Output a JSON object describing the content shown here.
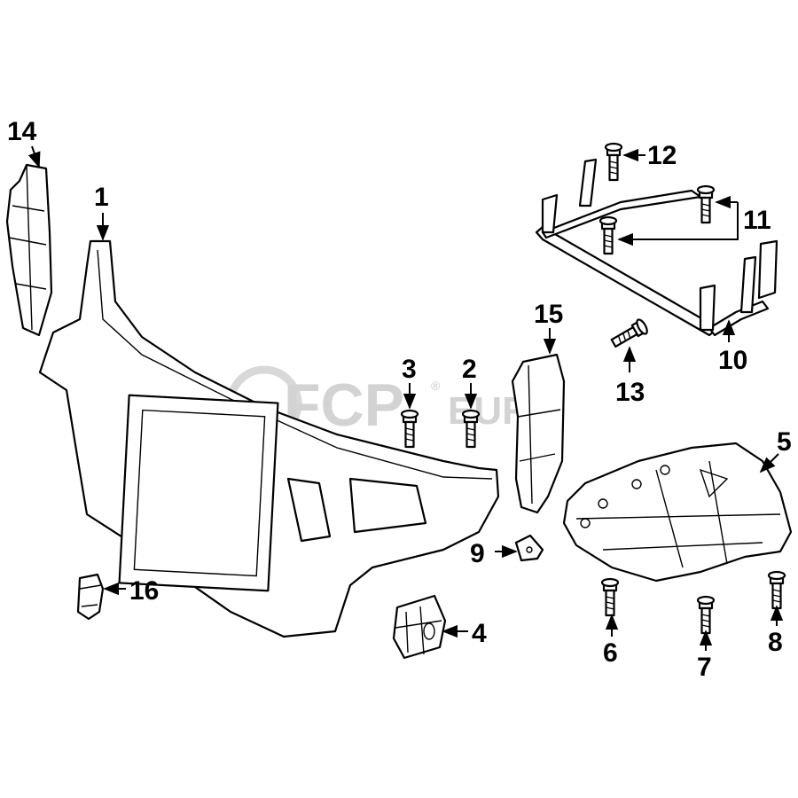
{
  "watermark": {
    "brand": "FCP",
    "suffix": "EURO",
    "registered": "®"
  },
  "colors": {
    "ink": "#000000",
    "paper": "#ffffff",
    "watermark": "#cfcfcf"
  },
  "callouts": [
    {
      "id": "1",
      "part": "radiator-support-carrier"
    },
    {
      "id": "2",
      "part": "bolt"
    },
    {
      "id": "3",
      "part": "bolt"
    },
    {
      "id": "4",
      "part": "bracket"
    },
    {
      "id": "5",
      "part": "engine-splash-shield"
    },
    {
      "id": "6",
      "part": "bolt"
    },
    {
      "id": "7",
      "part": "bolt"
    },
    {
      "id": "8",
      "part": "bolt"
    },
    {
      "id": "9",
      "part": "clip"
    },
    {
      "id": "10",
      "part": "reinforcement-frame"
    },
    {
      "id": "11",
      "part": "bolts"
    },
    {
      "id": "12",
      "part": "bolt"
    },
    {
      "id": "13",
      "part": "bolt"
    },
    {
      "id": "14",
      "part": "air-deflector-left"
    },
    {
      "id": "15",
      "part": "air-deflector-right"
    },
    {
      "id": "16",
      "part": "sensor"
    }
  ]
}
